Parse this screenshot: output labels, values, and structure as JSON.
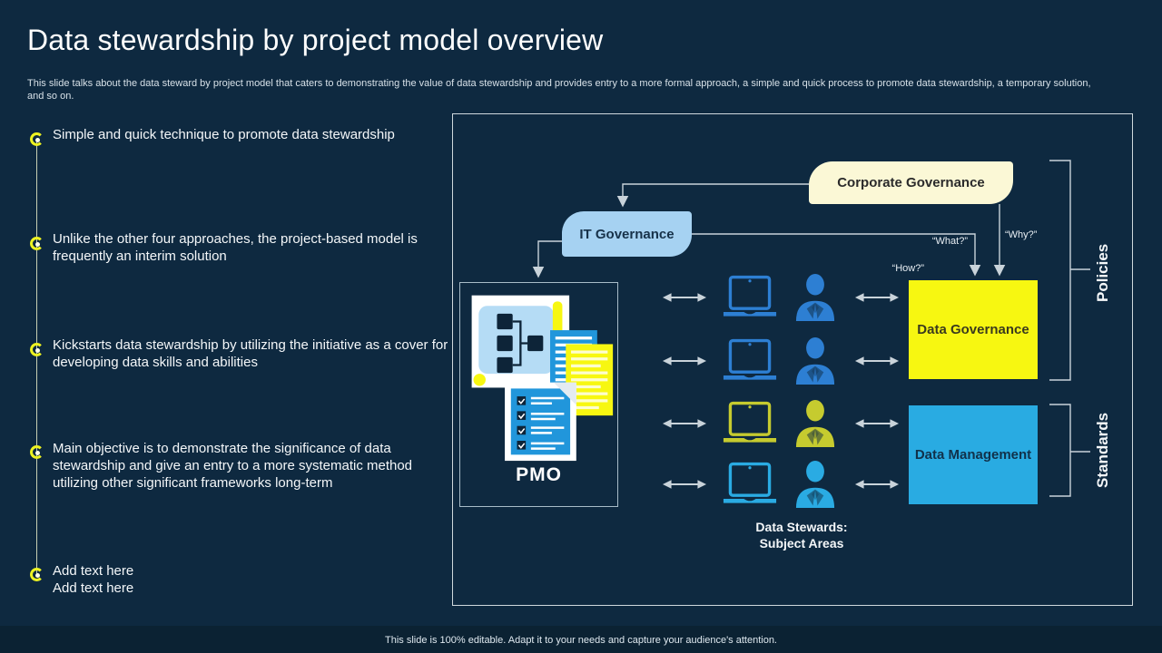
{
  "slide": {
    "title": "Data stewardship by project model overview",
    "subtitle": "This slide talks about the data steward by project model that caters to demonstrating the value of data stewardship and provides entry to a more formal approach, a simple and quick process to promote data stewardship, a temporary solution, and so on.",
    "footer": "This slide is 100% editable.  Adapt it to your needs and capture your audience's attention."
  },
  "bullets": [
    "Simple and quick technique to promote data stewardship",
    "Unlike the other four approaches, the project-based model is frequently  an interim solution",
    "Kickstarts data stewardship by utilizing the initiative as a  cover for developing data skills and abilities",
    "Main objective is to demonstrate the significance of data stewardship and give an entry to a more systematic method utilizing other significant frameworks long-term",
    "Add text here\nAdd text here"
  ],
  "diagram": {
    "corporate_governance": "Corporate Governance",
    "it_governance": "IT Governance",
    "pmo": "PMO",
    "data_governance": "Data Governance",
    "data_management": "Data Management",
    "question_what": "“What?”",
    "question_why": "“Why?”",
    "question_how": "“How?”",
    "bracket_policies": "Policies",
    "bracket_standards": "Standards",
    "stewards_caption": "Data Stewards:\nSubject Areas",
    "rows": [
      {
        "name": "steward-row-1",
        "color": "#2d7fd3"
      },
      {
        "name": "steward-row-2",
        "color": "#2d7fd3"
      },
      {
        "name": "steward-row-3",
        "color": "#c6cb2f"
      },
      {
        "name": "steward-row-4",
        "color": "#2aabe3"
      }
    ],
    "colors": {
      "background": "#0e2940",
      "accent_yellow": "#f7f711",
      "accent_blue": "#29abe2",
      "corporate_fill": "#fbf8d6",
      "it_governance_fill": "#a6d2f2",
      "connector_line": "#c9d3da",
      "marker_yellow": "#edf221"
    }
  }
}
